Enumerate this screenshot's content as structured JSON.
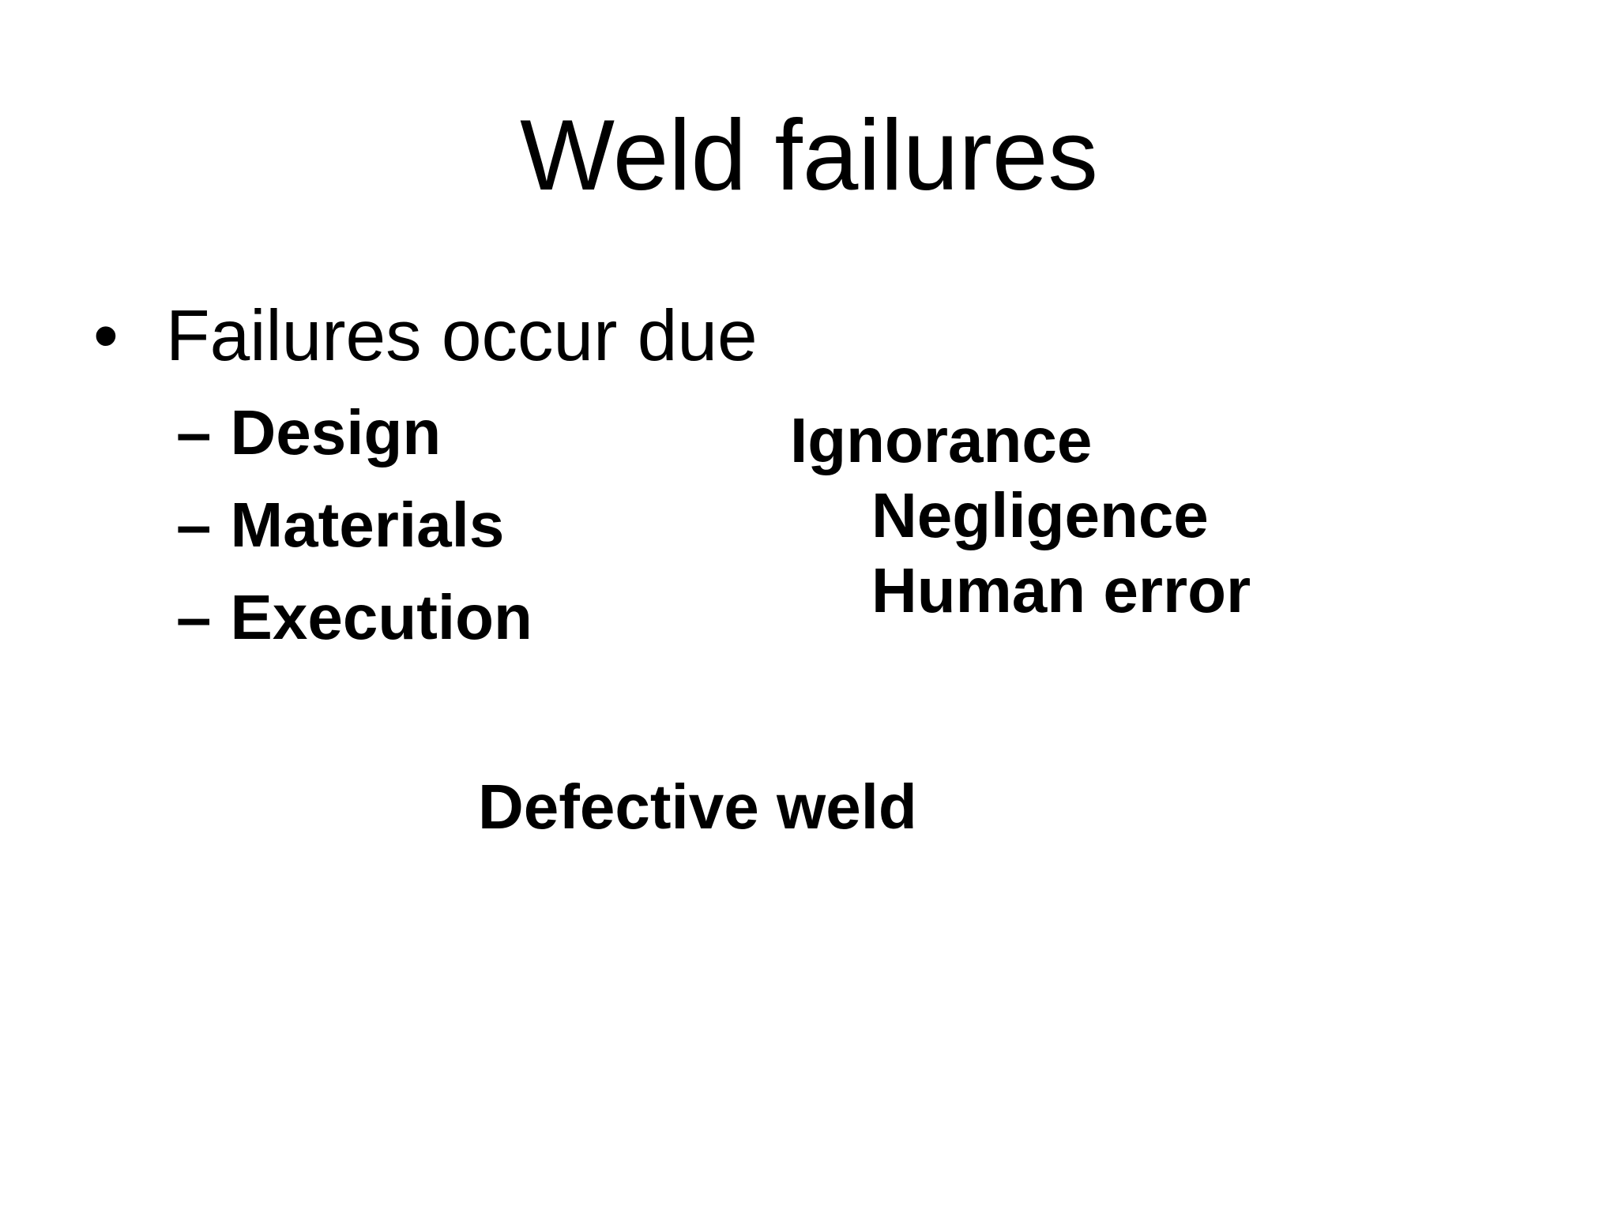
{
  "slide": {
    "background_color": "#ffffff",
    "text_color": "#000000",
    "title": "Weld failures",
    "main_bullet": {
      "marker": "•",
      "text": "Failures occur due"
    },
    "cause_list": {
      "marker": "–",
      "items": [
        "Design",
        "Materials",
        "Execution"
      ]
    },
    "factor_list": [
      "Ignorance",
      "Negligence",
      "Human error"
    ],
    "result_label": "Defective weld"
  }
}
